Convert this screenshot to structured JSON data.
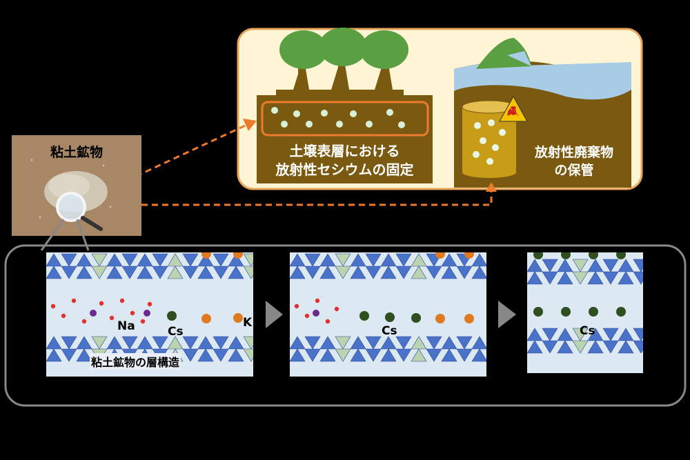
{
  "clay_sample": {
    "label": "粘土鉱物"
  },
  "soil_panel": {
    "label_line1": "土壌表層における",
    "label_line2": "放射性セシウムの固定"
  },
  "waste_panel": {
    "label_line1": "放射性廃棄物",
    "label_line2": "の保管"
  },
  "structure_panel": {
    "layer_label": "粘土鉱物の層構造",
    "stage1": {
      "na_label": "Na",
      "cs_label": "Cs",
      "k_label": "K"
    },
    "stage2": {
      "cs_label": "Cs"
    },
    "stage3": {
      "cs_label": "Cs"
    }
  },
  "colors": {
    "sodium": "#6a2a8e",
    "cesium": "#2f4f1e",
    "potassium": "#e07a20",
    "arrow": "#ee7a2e",
    "soil": "#7a5a10",
    "tree": "#5aa042",
    "water": "#a8cbe6",
    "panel_bg": "#fef5d4",
    "tetra_blue": "#4a72c8",
    "tetra_green": "#bcd3b0",
    "interlayer": "#dce8f2"
  }
}
